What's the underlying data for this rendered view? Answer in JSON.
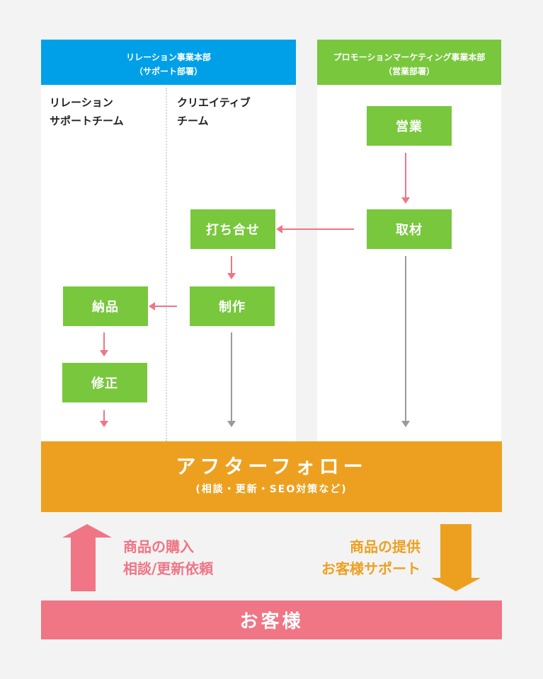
{
  "colors": {
    "relation_header": "#00a0e9",
    "promotion_header": "#78c73d",
    "box": "#78c73d",
    "pink": "#f07585",
    "gray": "#9a9a9a",
    "orange": "#eda020"
  },
  "relation_dept": {
    "line1": "リレーション事業本部",
    "line2": "（サポート部署）"
  },
  "promotion_dept": {
    "line1": "プロモーションマーケティング事業本部",
    "line2": "（営業部署）"
  },
  "teams": {
    "support": {
      "line1": "リレーション",
      "line2": "サポートチーム"
    },
    "creative": {
      "line1": "クリエイティブ",
      "line2": "チーム"
    }
  },
  "steps": {
    "sales": "営業",
    "interview": "取材",
    "meeting": "打ち合せ",
    "production": "制作",
    "delivery": "納品",
    "revision": "修正"
  },
  "after_follow": {
    "title": "アフターフォロー",
    "subtitle": "(相談・更新・SEO対策など)"
  },
  "left_note": {
    "line1": "商品の購入",
    "line2": "相談/更新依頼"
  },
  "right_note": {
    "line1": "商品の提供",
    "line2": "お客様サポート"
  },
  "customer": "お客様"
}
